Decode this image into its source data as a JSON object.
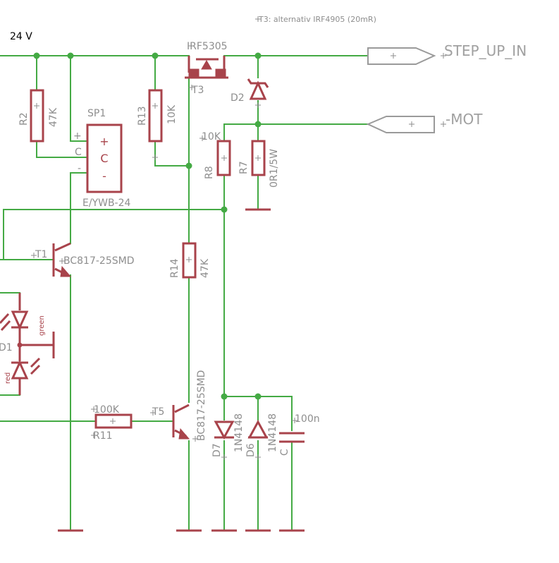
{
  "note": "T3: alternativ IRF4905 (20mR)",
  "net_24v": "24 V",
  "ports": {
    "step_up_in": "STEP_UP_IN",
    "mot": "-MOT"
  },
  "components": {
    "r2": {
      "name": "R2",
      "value": "47K"
    },
    "r13": {
      "name": "R13",
      "value": "10K"
    },
    "r8": {
      "name": "R8",
      "value": "10K"
    },
    "r7": {
      "name": "R7",
      "value": "0R1/5W"
    },
    "r14": {
      "name": "R14",
      "value": "47K"
    },
    "r11": {
      "name": "R11",
      "value": "100K"
    },
    "t3": {
      "name": "T3",
      "value": "IRF5305"
    },
    "d2": {
      "name": "D2"
    },
    "sp1": {
      "name": "SP1",
      "value": "E/YWB-24",
      "pin_plus": "+",
      "pin_c": "C",
      "pin_minus": "-"
    },
    "t1": {
      "name": "T1",
      "value": "BC817-25SMD"
    },
    "t5": {
      "name": "T5",
      "value": "BC817-25SMD"
    },
    "d7": {
      "name": "D7",
      "value": "1N4148"
    },
    "d6": {
      "name": "D6",
      "value": "1N4148"
    },
    "c_100n": {
      "name": "C",
      "value": "100n"
    },
    "led1": {
      "name": "D1",
      "green": "green",
      "red": "red"
    }
  },
  "colors": {
    "wire": "#44aa44",
    "part": "#a8434b",
    "port": "#9a9a9a",
    "label": "#8e8e8e"
  }
}
